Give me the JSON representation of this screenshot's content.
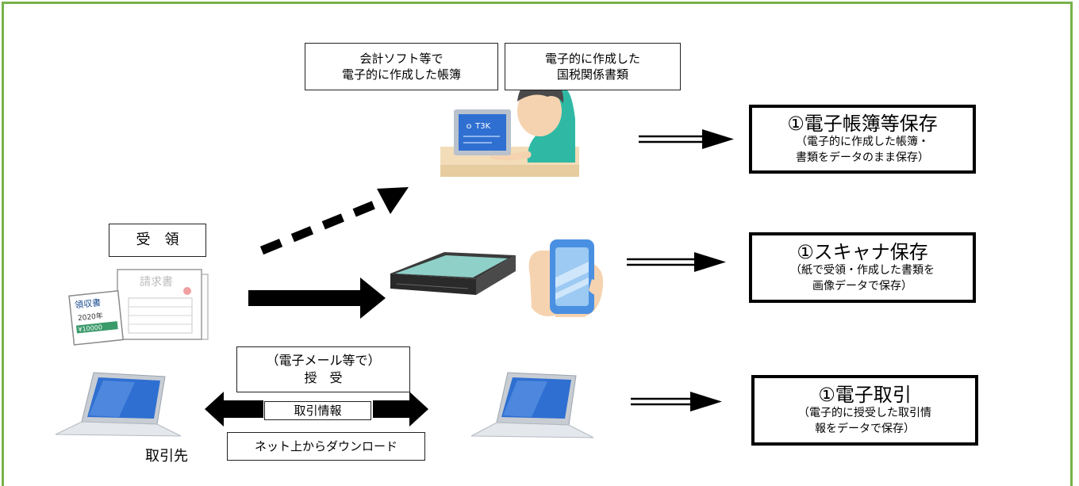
{
  "labels": {
    "software_books": [
      "会計ソフト等で",
      "電子的に作成した帳簿"
    ],
    "tax_docs": [
      "電子的に作成した",
      "国税関係書類"
    ],
    "receive": "受　領",
    "email_exchange": [
      "（電子メール等で）",
      "授　受"
    ],
    "transaction_info": "取引情報",
    "download": "ネット上からダウンロード",
    "partner": "取引先"
  },
  "results": [
    {
      "title": "①電子帳簿等保存",
      "lines": [
        "（電子的に作成した帳簿・",
        "書類をデータのまま保存）"
      ]
    },
    {
      "title": "①スキャナ保存",
      "lines": [
        "（紙で受領・作成した書類を",
        "画像データで保存）"
      ]
    },
    {
      "title": "①電子取引",
      "lines": [
        "（電子的に授受した取引情",
        "報をデータで保存）"
      ]
    }
  ],
  "illustrations": {
    "invoice_title": "請求書",
    "receipt_title": "領収書",
    "receipt_year": "2020年",
    "receipt_amount": "¥10000",
    "screen_text": "ｏ T3K"
  },
  "colors": {
    "frame": "#77b24a",
    "screen": "#2f6fd1",
    "phone": "#4a90e2"
  }
}
